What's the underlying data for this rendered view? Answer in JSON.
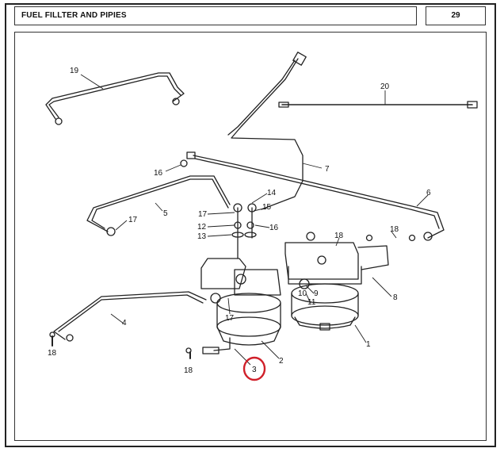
{
  "header": {
    "title": "FUEL FILLTER AND PIPIES",
    "page_number": "29"
  },
  "callouts": [
    {
      "id": "19",
      "text": "19"
    },
    {
      "id": "20",
      "text": "20"
    },
    {
      "id": "7",
      "text": "7"
    },
    {
      "id": "16a",
      "text": "16"
    },
    {
      "id": "6",
      "text": "6"
    },
    {
      "id": "14",
      "text": "14"
    },
    {
      "id": "15",
      "text": "15"
    },
    {
      "id": "17a",
      "text": "17"
    },
    {
      "id": "5",
      "text": "5"
    },
    {
      "id": "17b",
      "text": "17"
    },
    {
      "id": "12",
      "text": "12"
    },
    {
      "id": "16b",
      "text": "16"
    },
    {
      "id": "13",
      "text": "13"
    },
    {
      "id": "18a",
      "text": "18"
    },
    {
      "id": "18b",
      "text": "18"
    },
    {
      "id": "9",
      "text": "9"
    },
    {
      "id": "10",
      "text": "10"
    },
    {
      "id": "8",
      "text": "8"
    },
    {
      "id": "11",
      "text": "11"
    },
    {
      "id": "4",
      "text": "4"
    },
    {
      "id": "17c",
      "text": "17"
    },
    {
      "id": "1",
      "text": "1"
    },
    {
      "id": "18c",
      "text": "18"
    },
    {
      "id": "18d",
      "text": "18"
    },
    {
      "id": "2",
      "text": "2"
    },
    {
      "id": "3",
      "text": "3"
    }
  ],
  "highlight": {
    "target": "3",
    "color": "#d0202a"
  }
}
